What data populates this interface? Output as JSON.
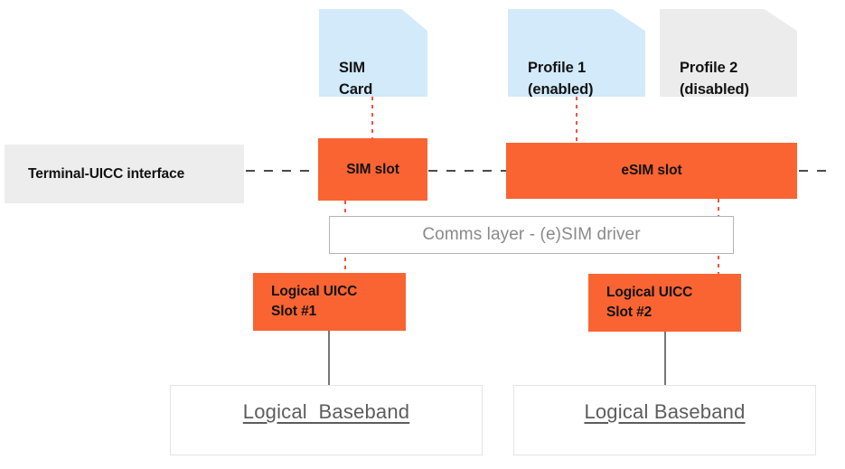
{
  "diagram": {
    "title": "Terminal UICC / eSIM slot architecture",
    "colors": {
      "orange": "#fa6432",
      "light_blue": "#d2eafa",
      "light_gray": "#ececec",
      "dotted_red": "#f4523c",
      "dashed_gray": "#4a4a4a",
      "outline_gray": "#b4b4b4",
      "baseband_text": "#5d5d5d"
    },
    "cards": [
      {
        "id": "sim-card",
        "label": "SIM\nCard",
        "fill": "light_blue"
      },
      {
        "id": "profile-1",
        "label": "Profile 1\n(enabled)",
        "fill": "light_blue"
      },
      {
        "id": "profile-2",
        "label": "Profile 2\n(disabled)",
        "fill": "light_gray"
      }
    ],
    "interface_box": {
      "label": "Terminal-UICC interface"
    },
    "slots": [
      {
        "id": "sim-slot",
        "label": "SIM slot"
      },
      {
        "id": "esim-slot",
        "label": "eSIM slot"
      }
    ],
    "comms_layer": {
      "label": "Comms layer - (e)SIM driver"
    },
    "logical_uicc_slots": [
      {
        "id": "logical-uicc-slot-1",
        "label": "Logical UICC\nSlot #1"
      },
      {
        "id": "logical-uicc-slot-2",
        "label": "Logical UICC\nSlot #2"
      }
    ],
    "basebands": [
      {
        "id": "logical-baseband-1",
        "label": "Logical  Baseband"
      },
      {
        "id": "logical-baseband-2",
        "label": "Logical Baseband"
      }
    ]
  }
}
